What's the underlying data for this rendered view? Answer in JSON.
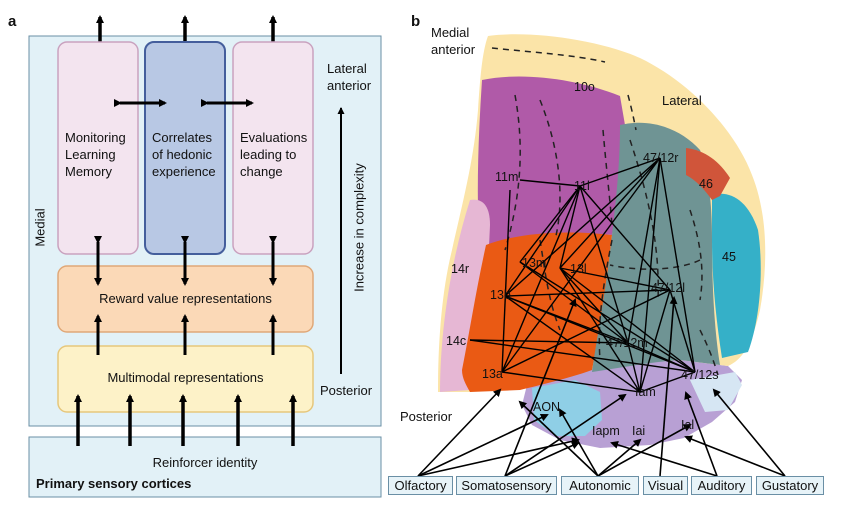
{
  "panel_a": {
    "letter": "a",
    "columns": [
      {
        "label": "Monitoring\nLearning\nMemory",
        "color": "#f3e4ef"
      },
      {
        "label": "Correlates\nof hedonic\nexperience",
        "color": "#b8c8e4"
      },
      {
        "label": "Evaluations\nleading to\nchange",
        "color": "#f3e4ef"
      }
    ],
    "reward_label": "Reward value representations",
    "multimodal_label": "Multimodal representations",
    "reinforcer_label": "Reinforcer identity",
    "primary_label": "Primary sensory cortices",
    "medial_label": "Medial",
    "lateral_anterior_label": "Lateral\nanterior",
    "complexity_label": "Increase in complexity",
    "posterior_label": "Posterior"
  },
  "panel_b": {
    "letter": "b",
    "medial_anterior_label": "Medial\nanterior",
    "lateral_label": "Lateral",
    "posterior_label": "Posterior",
    "regions": [
      "10o",
      "47/12r",
      "46",
      "11m",
      "11l",
      "45",
      "14r",
      "13m",
      "13l",
      "47/12l",
      "13b",
      "14c",
      "47/12m",
      "13a",
      "47/12s",
      "Iam",
      "AON",
      "Iapm",
      "Iai",
      "Ial"
    ],
    "sources": [
      "Olfactory",
      "Somatosensory",
      "Autonomic",
      "Visual",
      "Auditory",
      "Gustatory"
    ]
  },
  "colors": {
    "light_blue_bg": "#e2f1f7",
    "pink_box": "#f3e4ef",
    "blue_box": "#b8c8e4",
    "orange_box": "#fbd9b7",
    "yellow_box": "#fdf2c8",
    "purple": "#b05aa8",
    "orange": "#ea5a14",
    "teal_gray": "#6f9494",
    "cyan": "#35b0c8",
    "cream": "#fbe4a8",
    "brick": "#d0553a",
    "pink_light": "#e6b7d4",
    "lavender": "#b8a0d4"
  }
}
